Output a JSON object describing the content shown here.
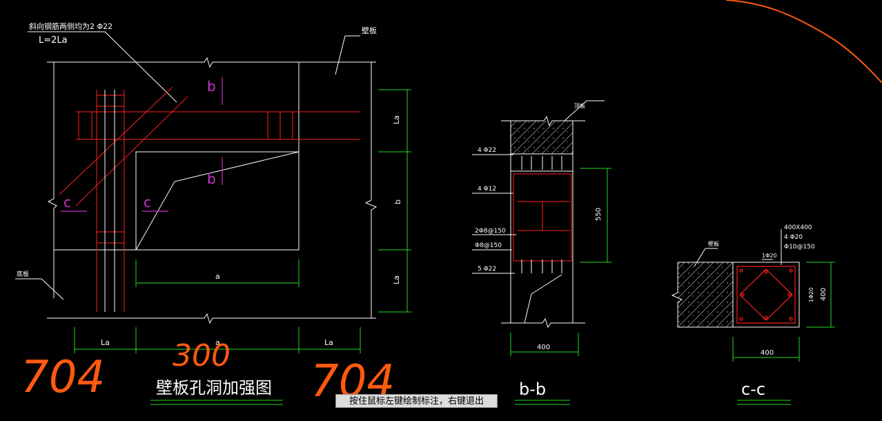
{
  "drawing": {
    "main_view": {
      "title": "壁板孔洞加强图",
      "rebar_note": "斜向钢筋两侧均为2 Φ22",
      "rebar_length": "L=2La",
      "wall_label": "壁板",
      "bottom_label": "底板",
      "dim_la": "La",
      "dim_a": "a",
      "dim_b": "b",
      "section_b": "b",
      "section_c": "c"
    },
    "section_bb": {
      "title": "b-b",
      "label_top": "顶板",
      "rebar_1": "4 Φ22",
      "rebar_2": "4 Φ12",
      "rebar_3": "2Φ8@150",
      "rebar_4": "Φ8@150",
      "rebar_5": "5 Φ22",
      "dim_height": "550",
      "dim_width": "400"
    },
    "section_cc": {
      "title": "c-c",
      "label_wall": "壁板",
      "spec_size": "400X400",
      "spec_main": "4 Φ20",
      "spec_stirrup": "Φ10@150",
      "spec_top": "1Φ20",
      "spec_side": "1Φ20",
      "dim_height": "400",
      "dim_width": "400"
    },
    "handwritten": {
      "left": "704",
      "middle": "300",
      "right": "704"
    }
  },
  "status": {
    "hint": "按住鼠标左键绘制标注，右键退出"
  },
  "colors": {
    "line": "#ffffff",
    "rebar": "#ff2020",
    "dimension": "#22dd22",
    "section_mark": "#cc33cc",
    "handwriting": "#ff5a10"
  }
}
